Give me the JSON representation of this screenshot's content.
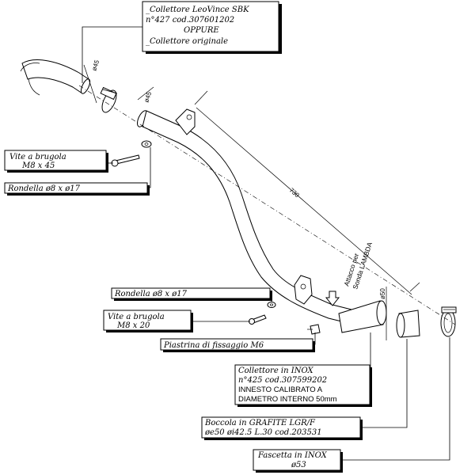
{
  "labels": {
    "header_line1": "_Collettore LeoVince SBK",
    "header_line2": "n°427  cod.307601202",
    "header_line3": "OPPURE",
    "header_line4": "_Collettore originale",
    "vite1_line1": "Vite a brugola",
    "vite1_line2": "M8  x  45",
    "rondella1": "Rondella ø8  x  ø17",
    "rondella2": "Rondella ø8  x  ø17",
    "vite2_line1": "Vite a brugola",
    "vite2_line2": "M8  x  20",
    "piastrina": "Piastrina di fissaggio M6",
    "collettore_inox_line1": "Collettore in INOX",
    "collettore_inox_line2": "n°425  cod.307599202",
    "collettore_inox_line3": "INNESTO CALIBRATO A",
    "collettore_inox_line4": "DIAMETRO INTERNO 50mm",
    "boccola_line1": "Boccola in GRAFITE LGR/F",
    "boccola_line2": "øe50  øi42.5  L.30  cod.203531",
    "fascetta_line1": "Fascetta in INOX",
    "fascetta_line2": "ø53",
    "attacco_line1": "Attacco per",
    "attacco_line2": "Sonda LAMBDA"
  },
  "dimensions": {
    "d45_a": "ø45",
    "d45_b": "ø45",
    "length": "730",
    "d50": "ø50"
  }
}
